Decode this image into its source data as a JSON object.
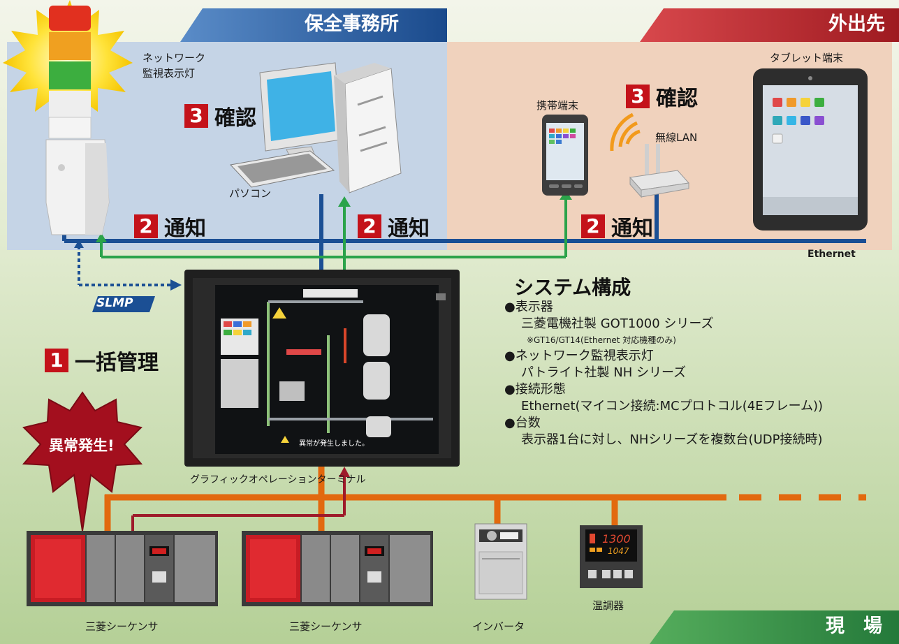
{
  "headers": {
    "office": "保全事務所",
    "outside": "外出先",
    "site": "現　場"
  },
  "labels": {
    "signal_tower": [
      "ネットワーク",
      "監視表示灯"
    ],
    "pc": "パソコン",
    "phone": "携帯端末",
    "wifi": "無線LAN",
    "tablet": "タブレット端末",
    "ethernet": "Ethernet",
    "slmp": "SLMP",
    "got": "グラフィックオペレーションターミナル",
    "plc1": "三菱シーケンサ",
    "plc2": "三菱シーケンサ",
    "inverter": "インバータ",
    "temp_controller": "温調器",
    "alarm": "異常発生!",
    "hmi_alarm": "異常が発生しました。"
  },
  "steps": {
    "manage": {
      "num": "1",
      "text": "一括管理"
    },
    "notify_tower": {
      "num": "2",
      "text": "通知"
    },
    "notify_pc": {
      "num": "2",
      "text": "通知"
    },
    "notify_mobile": {
      "num": "2",
      "text": "通知"
    },
    "confirm_pc": {
      "num": "3",
      "text": "確認"
    },
    "confirm_mobile": {
      "num": "3",
      "text": "確認"
    }
  },
  "system": {
    "title": "システム構成",
    "items": [
      {
        "head": "●表示器",
        "lines": [
          "三菱電機社製 GOT1000 シリーズ"
        ],
        "note": "※GT16/GT14(Ethernet 対応機種のみ)"
      },
      {
        "head": "●ネットワーク監視表示灯",
        "lines": [
          "パトライト社製 NH シリーズ"
        ],
        "note": ""
      },
      {
        "head": "●接続形態",
        "lines": [
          "Ethernet(マイコン接続:MCプロトコル(4Eフレーム))"
        ],
        "note": ""
      },
      {
        "head": "●台数",
        "lines": [
          "表示器1台に対し、NHシリーズを複数台(UDP接続時)"
        ],
        "note": ""
      }
    ]
  },
  "temp_display": {
    "pv": "1300",
    "sv": "1047"
  },
  "colors": {
    "office_bg": "#c5d3e4",
    "outside_bg": "#efcfb8",
    "site_bg_top": "#f4f6ea",
    "site_bg_bottom": "#b9d39c",
    "ethernet": "#1b4f94",
    "notify_green": "#2ba34a",
    "field_bus": "#e2690f",
    "accent_red": "#c4121a",
    "header_blue": "#1f4f93",
    "header_red": "#b01e25",
    "header_green": "#2e8a3e"
  }
}
